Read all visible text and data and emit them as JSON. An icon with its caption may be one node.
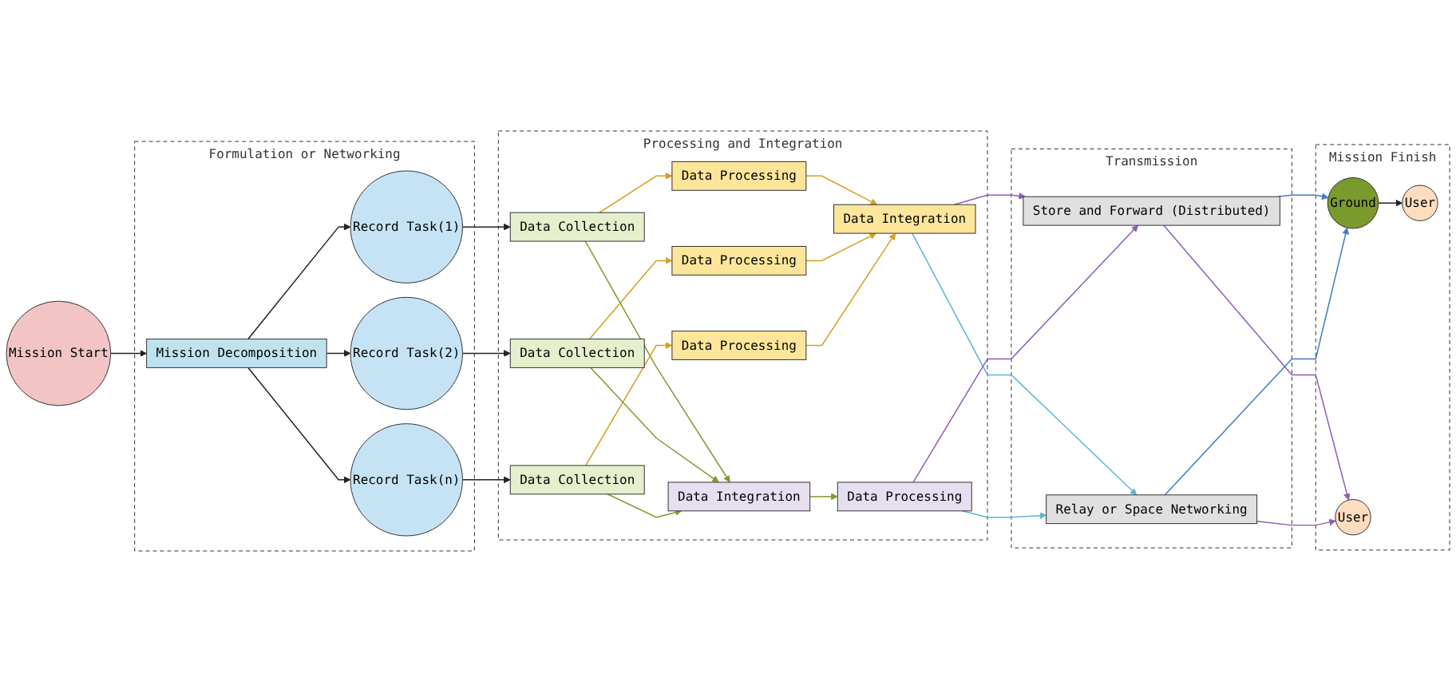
{
  "diagram": {
    "nodes": [
      {
        "text": [
          "Mission Start"
        ]
      },
      {
        "text": [
          "Formulation or Networking"
        ]
      },
      {
        "text": [
          "Mission Decomposition"
        ],
        "in": 1
      },
      {
        "text": [
          "Record Task(1)"
        ],
        "in": 1
      },
      {
        "text": [
          "Record Task(2)"
        ],
        "in": 1
      },
      {
        "text": [
          "Record Task(n)"
        ],
        "in": 1
      },
      {
        "text": [
          "Processing and Integration"
        ]
      },
      {
        "text": [
          "Data Collection"
        ],
        "in": 6
      },
      {
        "text": [
          "Data Processing"
        ],
        "in": 6
      },
      {
        "text": [
          "Data Collection"
        ],
        "in": 6
      },
      {
        "text": [
          "Data Processing"
        ],
        "in": 6
      },
      {
        "text": [
          "Data Integration"
        ],
        "in": 6
      },
      {
        "text": [
          "Data Collection"
        ],
        "in": 6
      },
      {
        "text": [
          "Data Processing"
        ],
        "in": 6
      },
      {
        "text": [
          "Data Integration"
        ],
        "in": 6
      },
      {
        "text": [
          "Data Processing"
        ],
        "in": 6
      },
      {
        "text": [
          "Transmission"
        ]
      },
      {
        "text": [
          "Store and Forward (Distributed)"
        ],
        "in": 16
      },
      {
        "text": [
          "Relay or Space Networking"
        ],
        "in": 16
      },
      {
        "text": [
          "Mission Finish"
        ]
      },
      {
        "text": [
          "Ground"
        ],
        "in": 19
      },
      {
        "text": [
          "User"
        ],
        "in": 19
      },
      {
        "text": [
          "User"
        ],
        "in": 19
      }
    ],
    "edges": [
      {
        "from": 0,
        "to": 2,
        "arrow": "to"
      },
      {
        "from": 2,
        "to": 3,
        "arrow": "to"
      },
      {
        "from": 2,
        "to": 4,
        "arrow": "to"
      },
      {
        "from": 2,
        "to": 5,
        "arrow": "to"
      },
      {
        "from": 3,
        "to": 7,
        "arrow": "to"
      },
      {
        "from": 4,
        "to": 9,
        "arrow": "to"
      },
      {
        "from": 5,
        "to": 12,
        "arrow": "to"
      },
      {
        "from": 7,
        "to": 8,
        "arrow": "to",
        "color": "#d4a020"
      },
      {
        "from": 9,
        "to": 10,
        "arrow": "to",
        "color": "#d4a020"
      },
      {
        "from": 12,
        "to": 13,
        "arrow": "to",
        "color": "#d4a020"
      },
      {
        "from": 8,
        "to": 11,
        "arrow": "to",
        "color": "#d4a020"
      },
      {
        "from": 10,
        "to": 11,
        "arrow": "to",
        "color": "#d4a020"
      },
      {
        "from": 13,
        "to": 11,
        "arrow": "to",
        "color": "#d4a020"
      },
      {
        "from": 7,
        "to": 14,
        "arrow": "to",
        "color": "#7f9a2e"
      },
      {
        "from": 9,
        "to": 14,
        "arrow": "to",
        "color": "#7f9a2e"
      },
      {
        "from": 12,
        "to": 14,
        "arrow": "to",
        "color": "#7f9a2e"
      },
      {
        "from": 14,
        "to": 15,
        "arrow": "to",
        "color": "#7f9a2e"
      },
      {
        "from": 11,
        "to": 17,
        "arrow": "to",
        "color": "#8e5bb5"
      },
      {
        "from": 11,
        "to": 18,
        "arrow": "to",
        "color": "#5bb6d6"
      },
      {
        "from": 15,
        "to": 17,
        "arrow": "to",
        "color": "#8e5bb5"
      },
      {
        "from": 15,
        "to": 18,
        "arrow": "to",
        "color": "#5bb6d6"
      },
      {
        "from": 17,
        "to": 20,
        "arrow": "to",
        "color": "#3d7cc9"
      },
      {
        "from": 17,
        "to": 22,
        "arrow": "to",
        "color": "#8e5bb5"
      },
      {
        "from": 18,
        "to": 20,
        "arrow": "to",
        "color": "#3d7cc9"
      },
      {
        "from": 18,
        "to": 22,
        "arrow": "to",
        "color": "#8e5bb5"
      },
      {
        "from": 20,
        "to": 21,
        "arrow": "to"
      }
    ]
  }
}
